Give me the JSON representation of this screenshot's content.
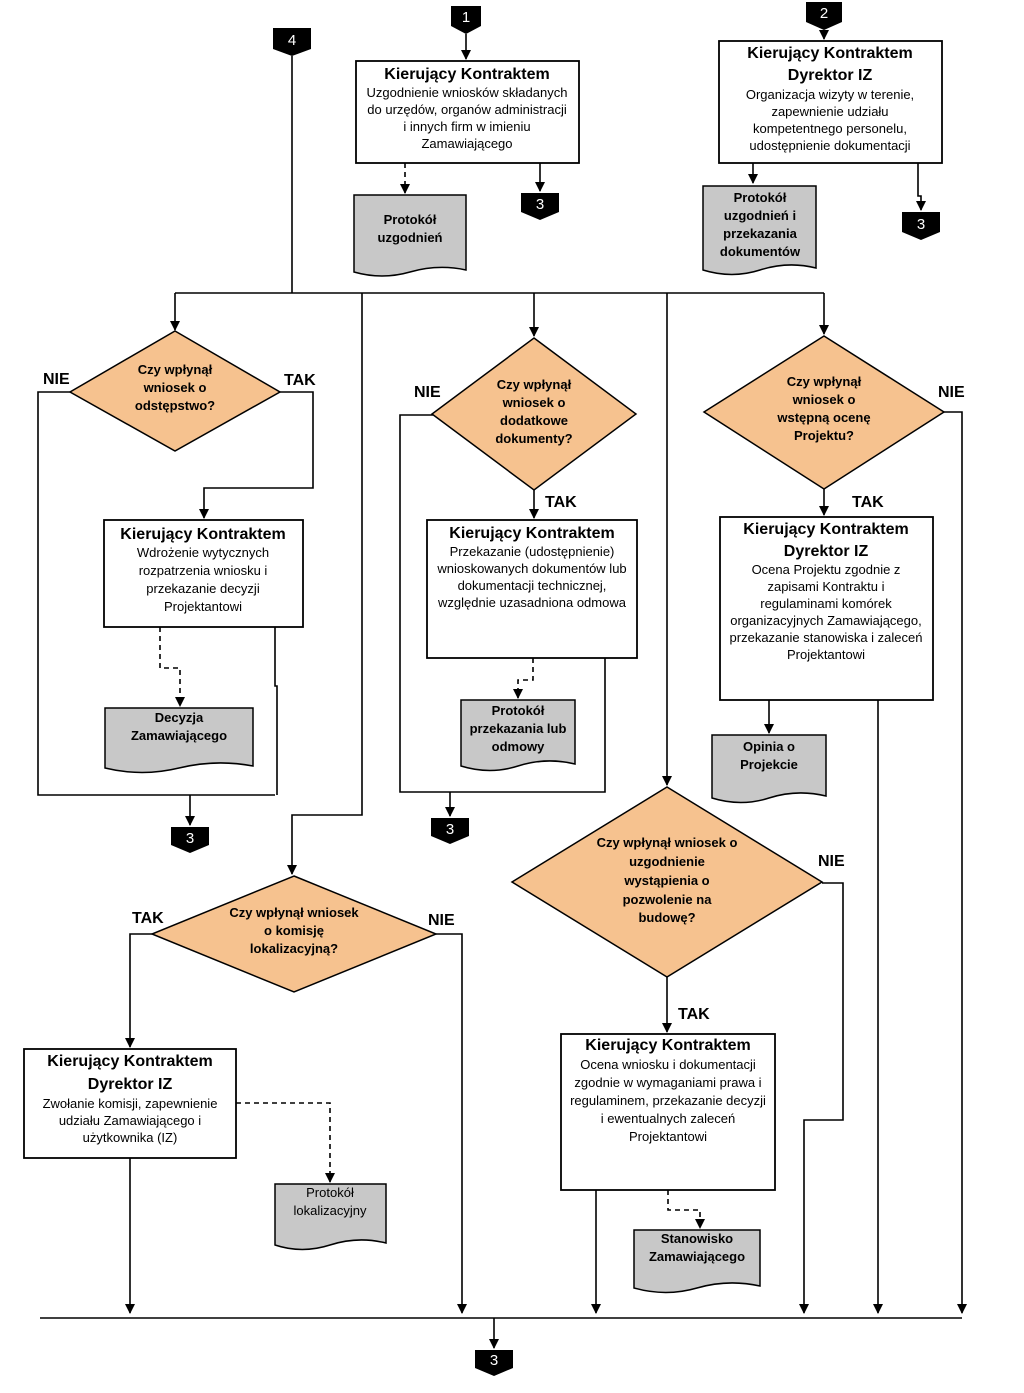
{
  "colors": {
    "decision_fill": "#f6c28f",
    "document_fill": "#c8c8c8",
    "connector_fill": "#000000",
    "line": "#000000"
  },
  "connectors": {
    "c1": "1",
    "c2": "2",
    "c4": "4",
    "c3_a": "3",
    "c3_b": "3",
    "c3_c": "3",
    "c3_d": "3",
    "c3_final": "3"
  },
  "boxes": {
    "b1": {
      "title": [
        "Kierujący Kontraktem"
      ],
      "body": [
        "Uzgodnienie wniosków składanych",
        "do urzędów, organów administracji",
        "i innych firm w imieniu",
        "Zamawiającego"
      ]
    },
    "b2": {
      "title": [
        "Kierujący Kontraktem",
        "Dyrektor IZ"
      ],
      "body": [
        "Organizacja wizyty w terenie,",
        "zapewnienie udziału",
        "kompetentnego personelu,",
        "udostępnienie dokumentacji"
      ]
    },
    "b3": {
      "title": [
        "Kierujący Kontraktem"
      ],
      "body": [
        "Wdrożenie wytycznych",
        "rozpatrzenia wniosku i",
        "przekazanie decyzji",
        "Projektantowi"
      ]
    },
    "b4": {
      "title": [
        "Kierujący Kontraktem"
      ],
      "body": [
        "Przekazanie (udostępnienie)",
        "wnioskowanych dokumentów lub",
        "dokumentacji technicznej,",
        "względnie uzasadniona odmowa"
      ]
    },
    "b5": {
      "title": [
        "Kierujący Kontraktem",
        "Dyrektor IZ"
      ],
      "body": [
        "Ocena Projektu zgodnie z",
        "zapisami Kontraktu i",
        "regulaminami komórek",
        "organizacyjnych Zamawiającego,",
        "przekazanie stanowiska i zaleceń",
        "Projektantowi"
      ]
    },
    "b6": {
      "title": [
        "Kierujący Kontraktem",
        "Dyrektor IZ"
      ],
      "body": [
        "Zwołanie komisji, zapewnienie",
        "udziału Zamawiającego i",
        "użytkownika (IZ)"
      ]
    },
    "b7": {
      "title": [
        "Kierujący Kontraktem"
      ],
      "body": [
        "Ocena wniosku i dokumentacji",
        "zgodnie w wymaganiami prawa i",
        "regulaminem, przekazanie decyzji",
        "i ewentualnych zaleceń",
        "Projektantowi"
      ]
    }
  },
  "documents": {
    "d1": [
      "Protokół",
      "uzgodnień"
    ],
    "d2": [
      "Protokół",
      "uzgodnień i",
      "przekazania",
      "dokumentów"
    ],
    "d3": [
      "Decyzja",
      "Zamawiającego"
    ],
    "d4": [
      "Protokół",
      "przekazania lub",
      "odmowy"
    ],
    "d5": [
      "Opinia o",
      "Projekcie"
    ],
    "d6": [
      "Protokół",
      "lokalizacyjny"
    ],
    "d7": [
      "Stanowisko",
      "Zamawiającego"
    ]
  },
  "decisions": {
    "q1": [
      "Czy wpłynął",
      "wniosek o",
      "odstępstwo?"
    ],
    "q2": [
      "Czy wpłynął",
      "wniosek o",
      "dodatkowe",
      "dokumenty?"
    ],
    "q3": [
      "Czy wpłynął",
      "wniosek o",
      "wstępną ocenę",
      "Projektu?"
    ],
    "q4": [
      "Czy wpłynął wniosek",
      "o komisję",
      "lokalizacyjną?"
    ],
    "q5": [
      "Czy wpłynął wniosek o",
      "uzgodnienie",
      "wystąpienia o",
      "pozwolenie na",
      "budowę?"
    ]
  },
  "labels": {
    "nie": "NIE",
    "tak": "TAK"
  }
}
